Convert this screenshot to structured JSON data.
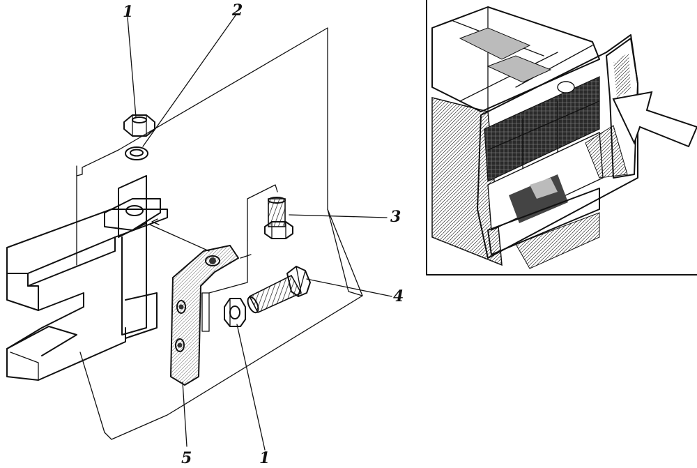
{
  "callouts": [
    {
      "id": "top-1",
      "number": "1"
    },
    {
      "id": "top-2",
      "number": "2"
    },
    {
      "id": "right-3",
      "number": "3"
    },
    {
      "id": "right-4",
      "number": "4"
    },
    {
      "id": "bottom-5",
      "number": "5"
    },
    {
      "id": "bottom-1",
      "number": "1"
    }
  ],
  "inset": {
    "has_pointer_arrow": true
  },
  "colors": {
    "ink": "#111111",
    "paper": "#ffffff"
  }
}
